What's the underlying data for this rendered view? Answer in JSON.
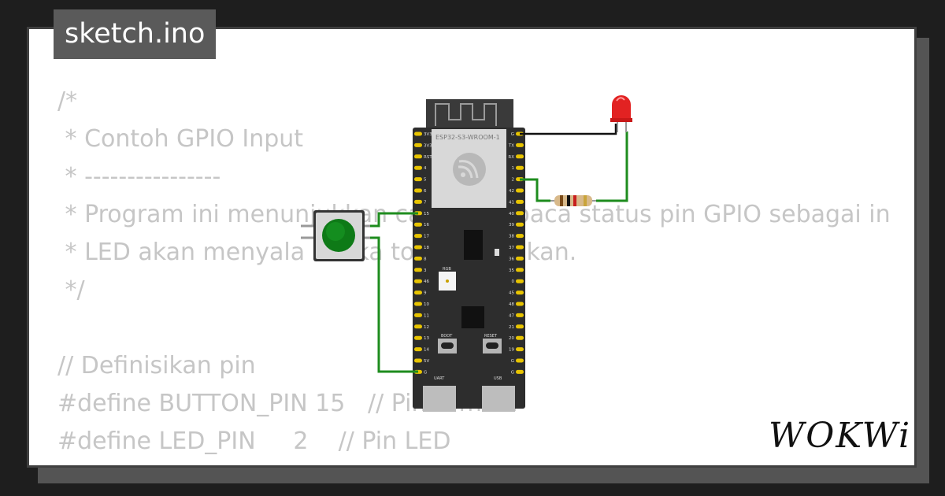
{
  "tab": {
    "label": "sketch.ino"
  },
  "code": {
    "lines": [
      "/*",
      " * Contoh GPIO Input",
      " * ----------------",
      " * Program ini menunjukkan cara membaca status pin GPIO sebagai input.",
      " * LED akan menyala ketika tombol ditekan.",
      " */",
      "",
      "// Definisikan pin",
      "#define BUTTON_PIN 15   // Pin Tombol",
      "#define LED_PIN     2    // Pin LED"
    ]
  },
  "board": {
    "module_label": "ESP32-S3-WROOM-1",
    "left_pins": [
      "3V3",
      "3V3",
      "RST",
      "4",
      "5",
      "6",
      "7",
      "15",
      "16",
      "17",
      "18",
      "8",
      "3",
      "46",
      "9",
      "10",
      "11",
      "12",
      "13",
      "14",
      "5V",
      "G"
    ],
    "right_pins": [
      "G",
      "TX",
      "RX",
      "1",
      "2",
      "42",
      "41",
      "40",
      "39",
      "38",
      "37",
      "36",
      "35",
      "0",
      "45",
      "48",
      "47",
      "21",
      "20",
      "19",
      "G",
      "G"
    ],
    "rgb_label": "RGB",
    "boot_label": "BOOT",
    "reset_label": "RESET",
    "uart_label": "UART",
    "usb_label": "USB"
  },
  "colors": {
    "wire_green": "#1e8c1e",
    "wire_black": "#111111",
    "led_red": "#e22222",
    "button_green": "#0e7a17",
    "board": "#2d2d2d",
    "pin_gold": "#e8c400"
  },
  "brand": {
    "logo": "WOKWi"
  }
}
